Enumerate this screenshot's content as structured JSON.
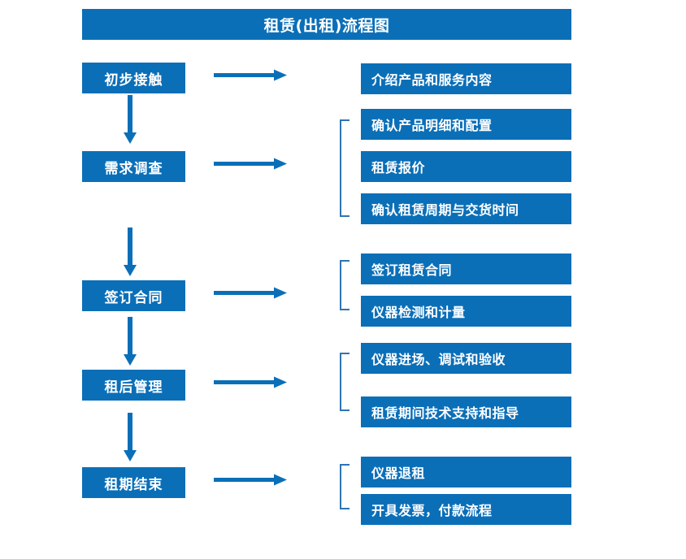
{
  "diagram": {
    "title": "租赁(出租)流程图",
    "accent_color": "#0b6fb8",
    "text_color": "#ffffff",
    "background_color": "#ffffff",
    "type": "flowchart",
    "orientation": "vertical-stages-with-horizontal-task-branches",
    "stages": [
      {
        "id": "stage-1",
        "label": "初步接触"
      },
      {
        "id": "stage-2",
        "label": "需求调查"
      },
      {
        "id": "stage-3",
        "label": "签订合同"
      },
      {
        "id": "stage-4",
        "label": "租后管理"
      },
      {
        "id": "stage-5",
        "label": "租期结束"
      }
    ],
    "tasks": [
      {
        "id": "task-1",
        "label": "介绍产品和服务内容",
        "stage": "stage-1"
      },
      {
        "id": "task-2",
        "label": "确认产品明细和配置",
        "stage": "stage-2"
      },
      {
        "id": "task-3",
        "label": "租赁报价",
        "stage": "stage-2"
      },
      {
        "id": "task-4",
        "label": "确认租赁周期与交货时间",
        "stage": "stage-2"
      },
      {
        "id": "task-5",
        "label": "签订租赁合同",
        "stage": "stage-3"
      },
      {
        "id": "task-6",
        "label": "仪器检测和计量",
        "stage": "stage-3"
      },
      {
        "id": "task-7",
        "label": "仪器进场、调试和验收",
        "stage": "stage-4"
      },
      {
        "id": "task-8",
        "label": "租赁期间技术支持和指导",
        "stage": "stage-4"
      },
      {
        "id": "task-9",
        "label": "仪器退租",
        "stage": "stage-5"
      },
      {
        "id": "task-10",
        "label": "开具发票，付款流程",
        "stage": "stage-5"
      }
    ],
    "connectors": {
      "stage_to_stage_arrows": 4,
      "stage_to_task_arrows": 5,
      "group_brackets": 4
    }
  }
}
